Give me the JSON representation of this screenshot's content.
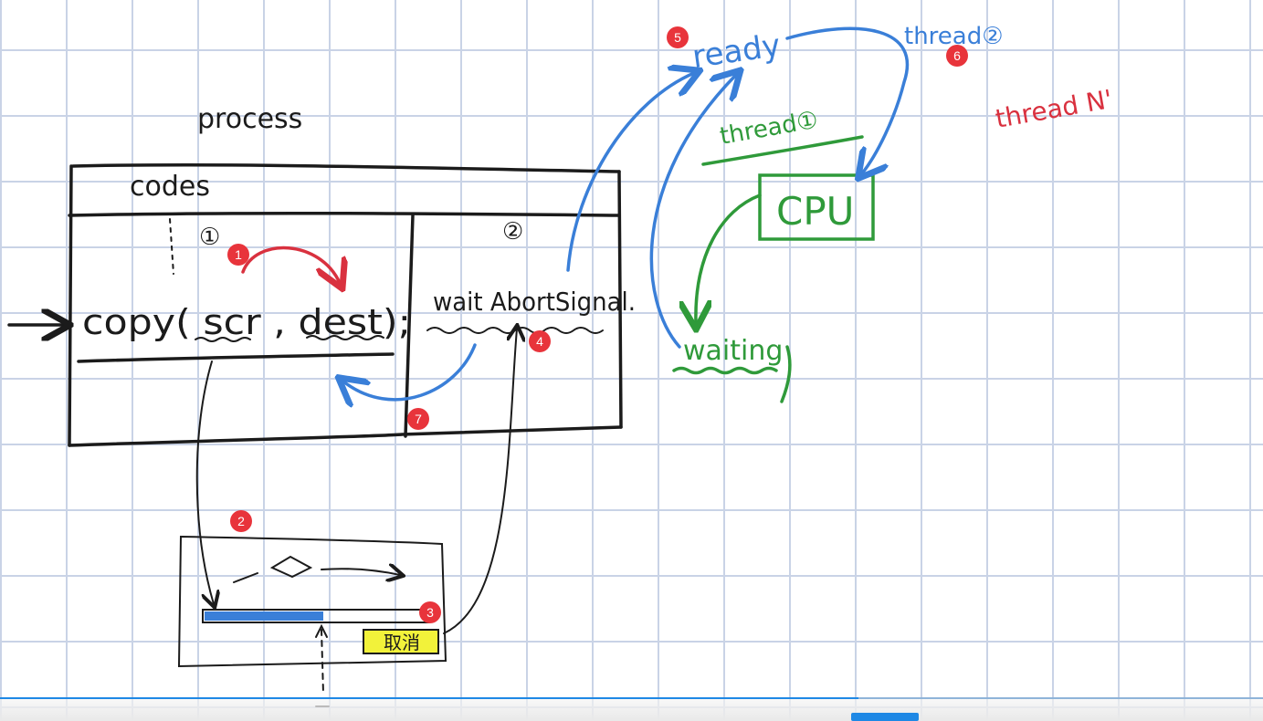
{
  "labels": {
    "process": "process",
    "codes": "codes",
    "copy_call": "copy( scr ,  dest);",
    "wait_call": "wait AbortSignal.",
    "ready": "ready",
    "waiting": "waiting",
    "cpu": "CPU",
    "thread1": "thread①",
    "thread2": "thread②",
    "threadN": "thread N'",
    "section1": "①",
    "section2": "②",
    "cancel_button": "取消"
  },
  "badges": [
    "1",
    "2",
    "3",
    "4",
    "5",
    "6",
    "7"
  ],
  "colors": {
    "ink": "#1b1b1b",
    "blue": "#3a7fd8",
    "green": "#2f9a3a",
    "red": "#d9313f",
    "badge": "#e8343b",
    "highlight": "#f2f23a",
    "grid": "#c9d3e6"
  },
  "video": {
    "progress": 0.68
  }
}
